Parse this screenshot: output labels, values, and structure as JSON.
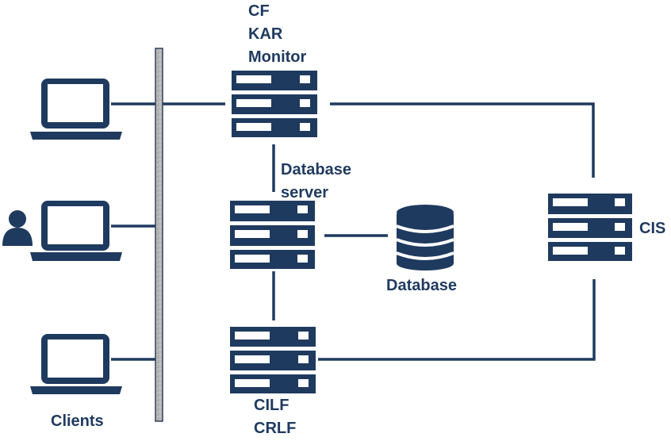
{
  "colors": {
    "primary": "#1f3a5f",
    "bus_fill": "#b7b7b7",
    "bus_stroke": "#2e4059",
    "background": "#ffffff"
  },
  "icons": {
    "client": "laptop-icon",
    "user": "user-icon",
    "server": "server-rack-icon",
    "database": "database-cylinder-icon"
  },
  "labels": {
    "top_server_lines": [
      "CF",
      "KAR",
      "Monitor"
    ],
    "db_server_lines": [
      "Database",
      "server"
    ],
    "database": "Database",
    "cis": "CIS",
    "bottom_server_lines": [
      "CILF",
      "CRLF"
    ],
    "clients": "Clients"
  }
}
